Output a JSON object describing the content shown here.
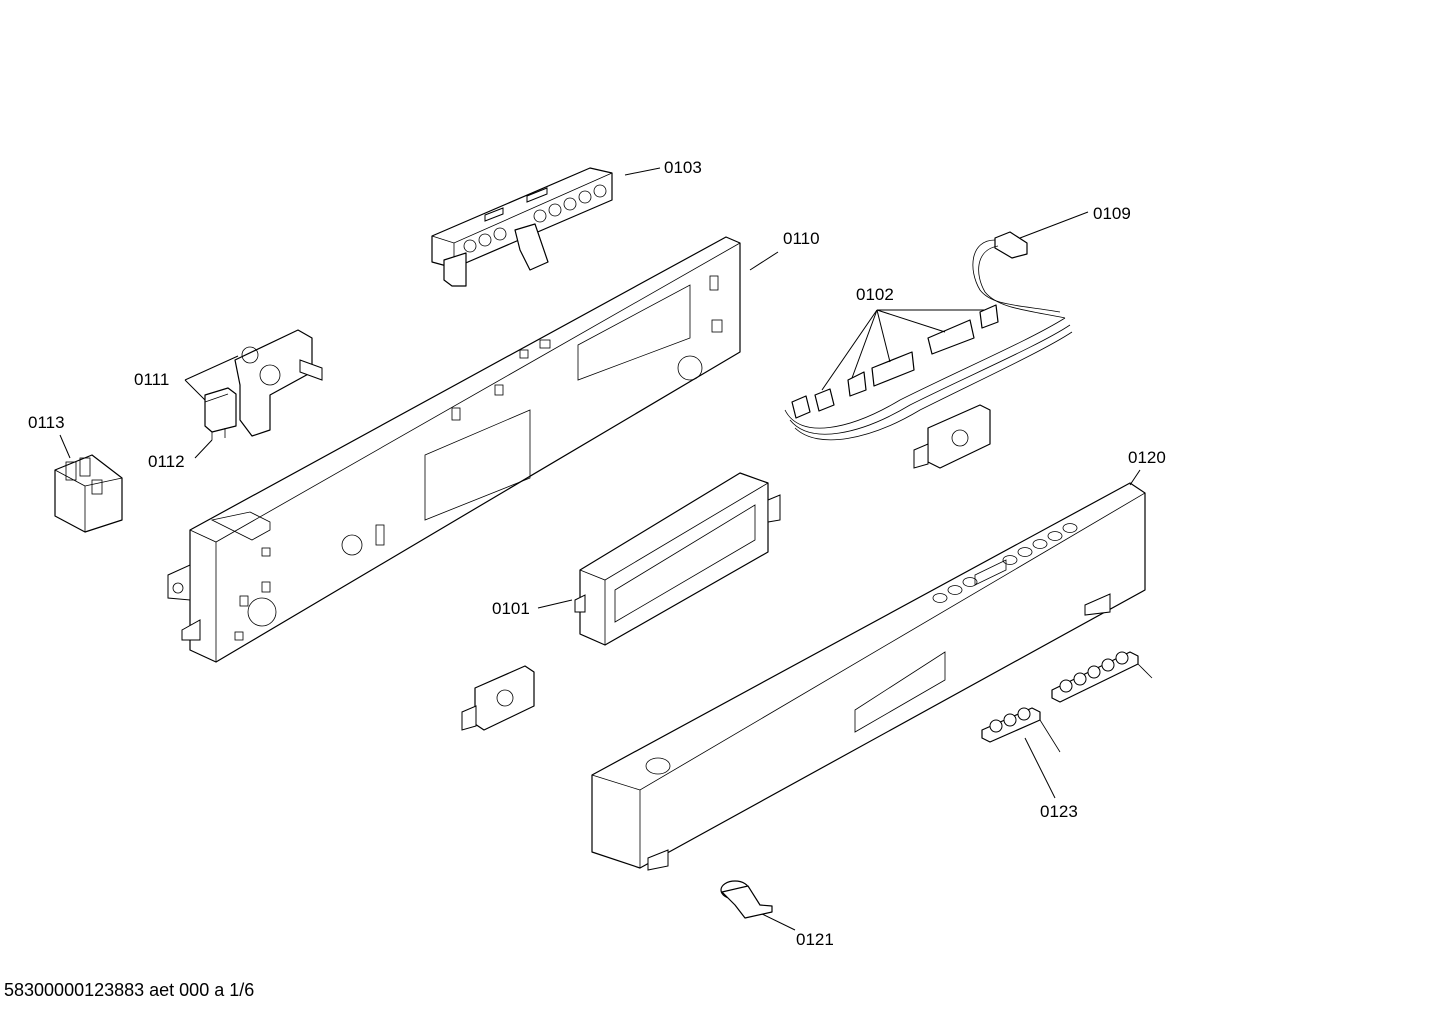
{
  "labels": {
    "p0103": "0103",
    "p0109": "0109",
    "p0110": "0110",
    "p0102": "0102",
    "p0111": "0111",
    "p0112": "0112",
    "p0113": "0113",
    "p0120": "0120",
    "p0101": "0101",
    "p0123": "0123",
    "p0121": "0121"
  },
  "footer": "58300000123883 aet 000 a 1/6"
}
